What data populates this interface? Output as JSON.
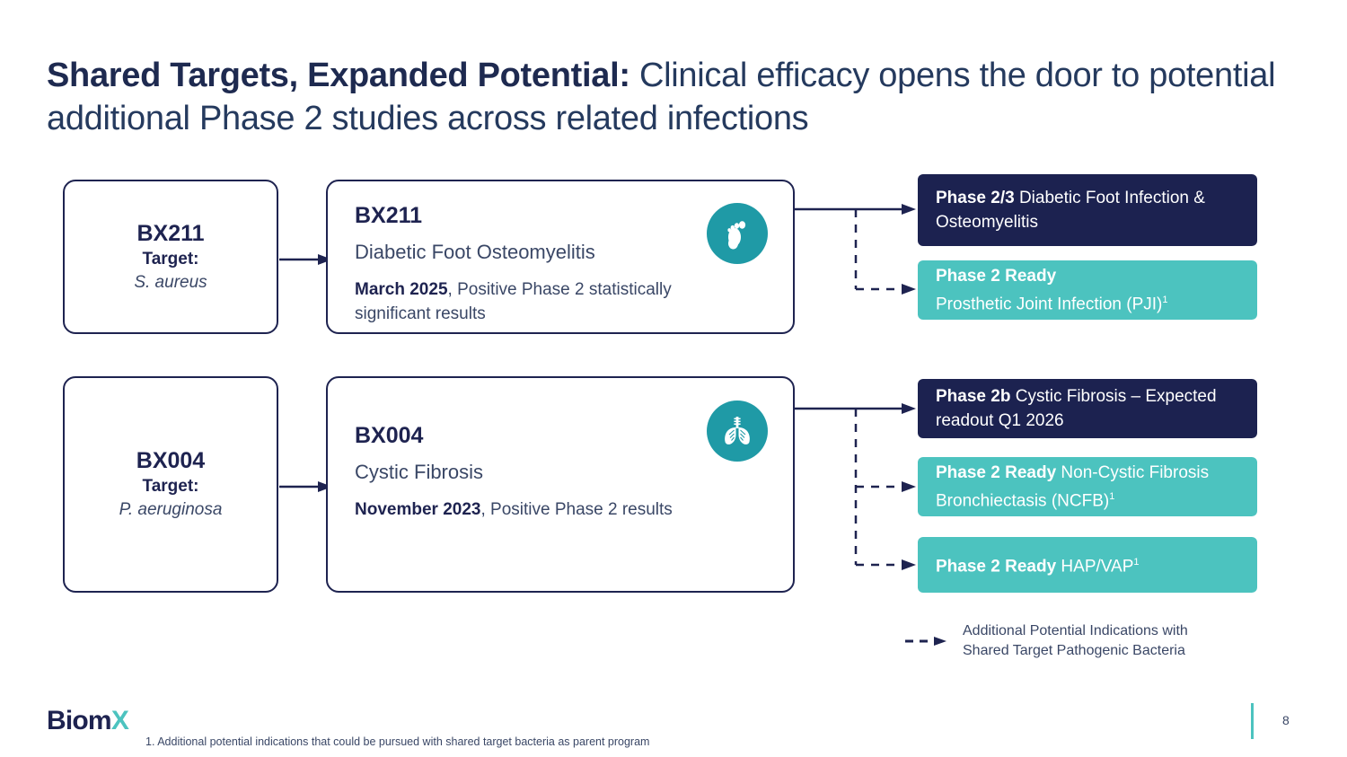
{
  "title": {
    "strong": "Shared Targets, Expanded Potential:",
    "rest": " Clinical efficacy opens the door to potential additional Phase 2 studies across related infections"
  },
  "rows": [
    {
      "target": {
        "code": "BX211",
        "label": "Target:",
        "organism": "S. aureus"
      },
      "program": {
        "code": "BX211",
        "indication": "Diabetic Foot Osteomyelitis",
        "status_bold": "March 2025",
        "status_rest": ", Positive Phase 2 statistically significant results",
        "icon": "foot-icon"
      },
      "phases": [
        {
          "bold": "Phase 2/3",
          "rest": " Diabetic Foot Infection & Osteomyelitis",
          "sup": "",
          "style": "dark",
          "connector": "solid"
        },
        {
          "bold": "Phase 2 Ready",
          "rest": "Prosthetic Joint Infection (PJI)",
          "sup": "1",
          "style": "teal",
          "connector": "dashed"
        }
      ]
    },
    {
      "target": {
        "code": "BX004",
        "label": "Target:",
        "organism": "P. aeruginosa"
      },
      "program": {
        "code": "BX004",
        "indication": "Cystic Fibrosis",
        "status_bold": "November 2023",
        "status_rest": ", Positive Phase 2 results",
        "icon": "lungs-icon"
      },
      "phases": [
        {
          "bold": "Phase 2b",
          "rest": " Cystic Fibrosis – Expected readout Q1 2026",
          "sup": "",
          "style": "dark",
          "connector": "solid"
        },
        {
          "bold": "Phase 2 Ready",
          "rest": " Non-Cystic Fibrosis Bronchiectasis (NCFB)",
          "sup": "1",
          "style": "teal",
          "connector": "dashed"
        },
        {
          "bold": "Phase 2 Ready",
          "rest": " HAP/VAP",
          "sup": "1",
          "style": "teal",
          "connector": "dashed"
        }
      ]
    }
  ],
  "legend": {
    "line1": "Additional Potential Indications with",
    "line2": "Shared Target Pathogenic Bacteria"
  },
  "footer": {
    "logo_primary": "Biom",
    "logo_accent": "X",
    "footnote": "1. Additional potential indications that could be pursued with shared target bacteria as parent program",
    "page_number": "8"
  },
  "colors": {
    "navy": "#1e2350",
    "teal": "#4cc3bf",
    "icon_teal": "#1f9aa6",
    "body_text": "#3a4766"
  }
}
